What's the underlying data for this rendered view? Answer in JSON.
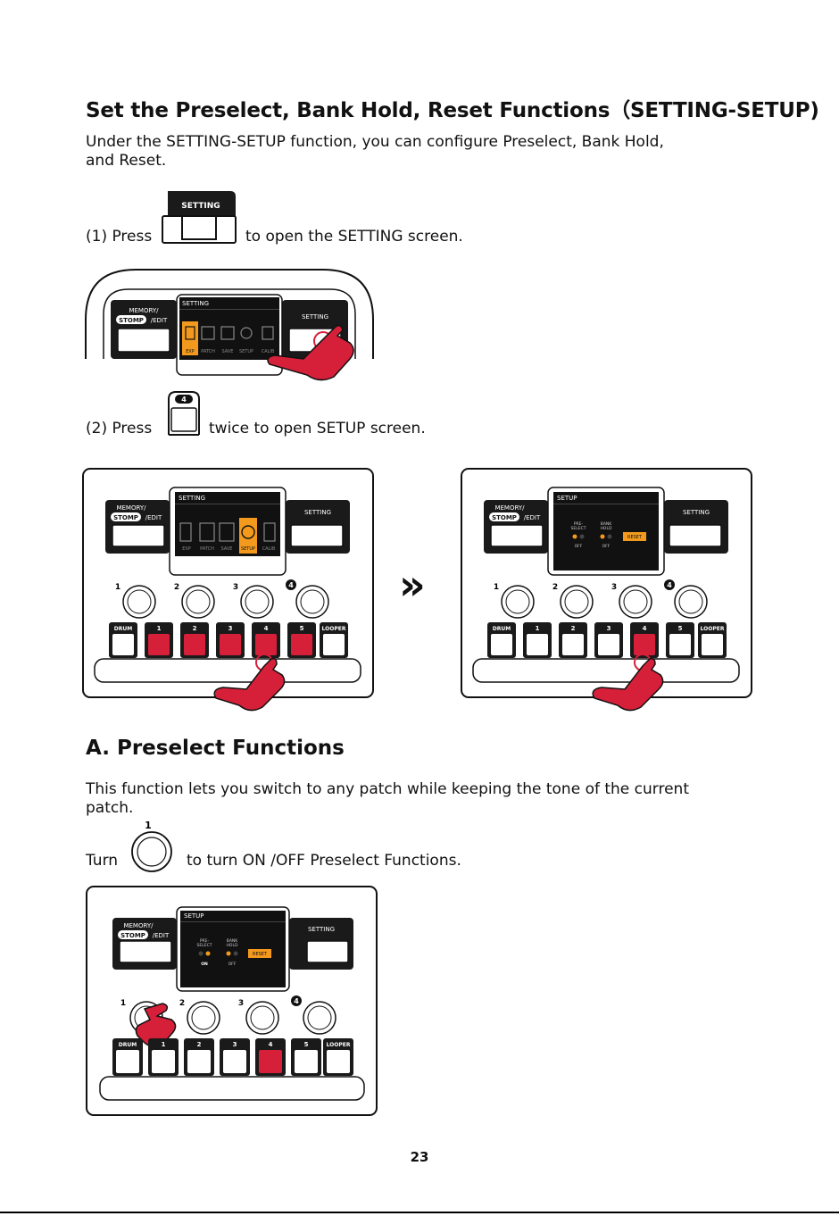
{
  "title": "Set the Preselect, Bank Hold, Reset Functions（SETTING-SETUP)",
  "intro": {
    "line1": "Under the SETTING-SETUP function, you can configure Preselect, Bank Hold,",
    "line2": "and Reset."
  },
  "step1": {
    "prefix": "(1) Press",
    "suffix": "to open the SETTING screen.",
    "button_label": "SETTING"
  },
  "step2": {
    "prefix": "(2) Press",
    "suffix": "twice to open SETUP screen.",
    "button_label": "4"
  },
  "panel": {
    "memory_line1": "MEMORY/",
    "stomp": "STOMP",
    "edit": "/EDIT",
    "setting": "SETTING",
    "knob_labels": [
      "1",
      "2",
      "3",
      "4"
    ],
    "footswitch_labels": [
      "DRUM",
      "1",
      "2",
      "3",
      "4",
      "5",
      "LOOPER"
    ]
  },
  "setting_screen": {
    "header": "SETTING",
    "items": [
      "EXP",
      "PATCH",
      "SAVE",
      "SETUP",
      "CALIB"
    ]
  },
  "setup_screen": {
    "header": "SETUP",
    "preselect_line1": "PRE-",
    "preselect_line2": "SELECT",
    "bankhold_line1": "BANK",
    "bankhold_line2": "HOLD",
    "reset": "RESET",
    "state_off": "OFF",
    "state_on": "ON"
  },
  "arrow": "»",
  "sectionA": {
    "heading": "A. Preselect Functions",
    "line1": "This function lets you switch to any patch while keeping the tone of the current",
    "line2": "patch.",
    "turn_prefix": "Turn",
    "turn_suffix": "to turn ON /OFF Preselect Functions.",
    "knob_label": "1"
  },
  "page_number": "23",
  "colors": {
    "orange": "#f39a1e",
    "red": "#d6203a",
    "screen_bg": "#111111"
  }
}
